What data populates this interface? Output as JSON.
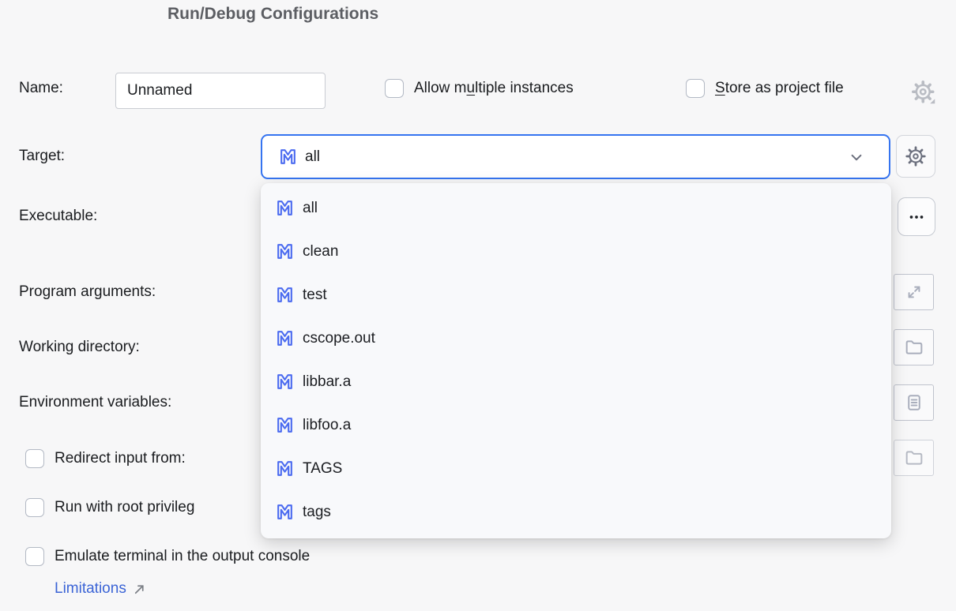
{
  "title": "Run/Debug Configurations",
  "colors": {
    "accent_blue": "#3574f0",
    "makefile_icon_blue": "#4b6bf0",
    "link_blue": "#3b64d6",
    "icon_gray": "#6c707e",
    "muted_icon_gray": "#a9aebc",
    "title_gray": "#5c5e63",
    "popup_bg": "#f8f9fb",
    "page_bg": "#f7f7f8"
  },
  "name_row": {
    "label": "Name:",
    "value": "Unnamed"
  },
  "top_checkboxes": {
    "allow_multiple": {
      "pre": "Allow m",
      "mnemonic": "u",
      "post": "ltiple instances",
      "checked": false
    },
    "store_as_project": {
      "pre": "",
      "mnemonic": "S",
      "post": "tore as project file",
      "checked": false
    }
  },
  "rows": {
    "target": {
      "label": "Target:",
      "selected_value": "all",
      "selected_icon": "makefile-icon"
    },
    "executable": {
      "label": "Executable:"
    },
    "program_arguments": {
      "label": "Program arguments:"
    },
    "working_directory": {
      "label": "Working directory:"
    },
    "environment_variables": {
      "label": "Environment variables:"
    }
  },
  "dropdown": {
    "items": [
      {
        "icon": "makefile-icon",
        "label": "all"
      },
      {
        "icon": "makefile-icon",
        "label": "clean"
      },
      {
        "icon": "makefile-icon",
        "label": "test"
      },
      {
        "icon": "makefile-icon",
        "label": "cscope.out"
      },
      {
        "icon": "makefile-icon",
        "label": "libbar.a"
      },
      {
        "icon": "makefile-icon",
        "label": "libfoo.a"
      },
      {
        "icon": "makefile-icon",
        "label": "TAGS"
      },
      {
        "icon": "makefile-icon",
        "label": "tags"
      }
    ]
  },
  "bottom_checkboxes": [
    {
      "label": "Redirect input from:",
      "checked": false
    },
    {
      "label": "Run with root privileg",
      "checked": false
    },
    {
      "label": "Emulate terminal in the output console",
      "checked": false
    }
  ],
  "link": {
    "label": "Limitations",
    "icon": "external-link-icon"
  },
  "side_buttons": {
    "target_settings": "gear-icon",
    "executable_browse": "ellipsis-icon",
    "program_arguments_expand": "expand-icon",
    "working_directory_browse": "folder-icon",
    "environment_variables_edit": "list-icon",
    "redirect_input_browse": "folder-icon",
    "store_as_project_settings": "gear-dropdown-icon"
  }
}
